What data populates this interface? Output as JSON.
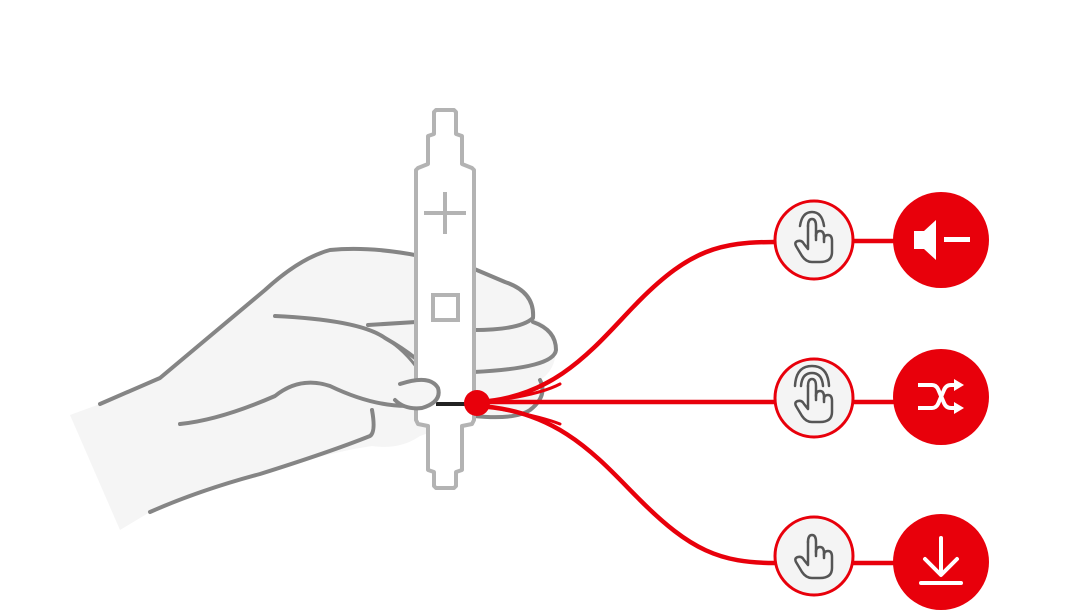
{
  "diagram": {
    "remote": {
      "buttons": [
        {
          "name": "plus-button",
          "symbol": "plus"
        },
        {
          "name": "center-button",
          "symbol": "square"
        }
      ]
    },
    "gestures": [
      {
        "name": "single-tap-gesture-icon",
        "taps": 1,
        "result_icon": "volume-down-icon"
      },
      {
        "name": "double-tap-gesture-icon",
        "taps": 2,
        "result_icon": "shuffle-icon"
      },
      {
        "name": "press-hold-gesture-icon",
        "taps": 0,
        "result_icon": "download-icon"
      }
    ],
    "colors": {
      "accent": "#e8000b",
      "outline": "#8c8c8c",
      "hand_fill": "#f4f4f4",
      "remote_outline": "#b0b0b0",
      "icon_stroke": "#555555"
    }
  }
}
